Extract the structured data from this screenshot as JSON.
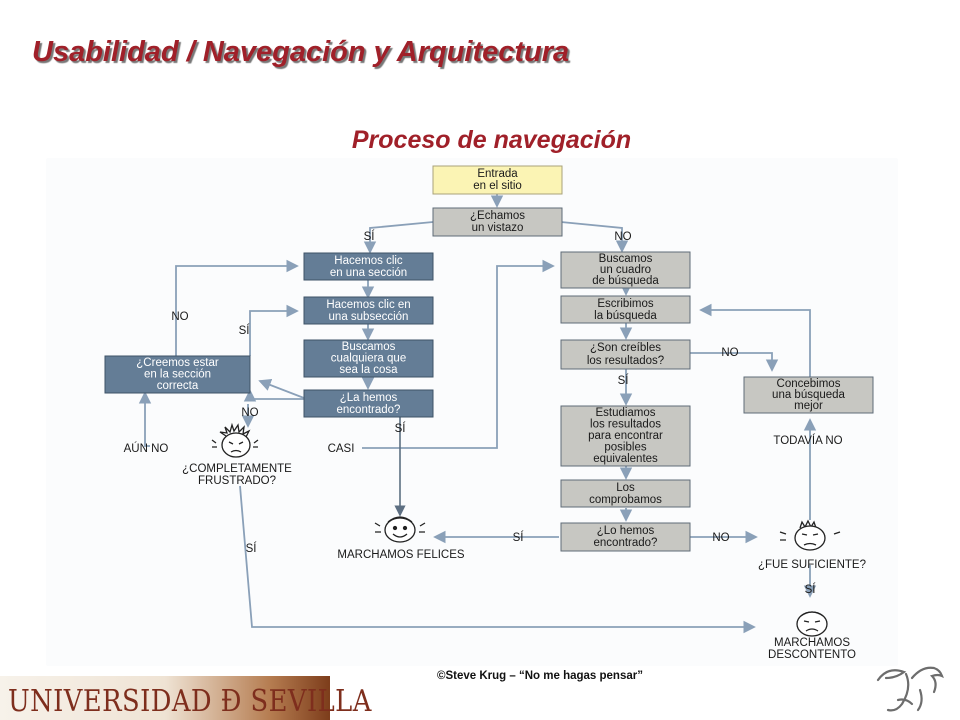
{
  "slide_title": "Usabilidad / Navegación y Arquitectura",
  "diagram_title": "Proceso de navegación",
  "boxes": {
    "entrada": [
      "Entrada",
      "en el sitio"
    ],
    "echamos": [
      "¿Echamos",
      "un vistazo"
    ],
    "clic_seccion": [
      "Hacemos clic",
      "en una sección"
    ],
    "clic_subseccion": [
      "Hacemos clic en",
      "una subsección"
    ],
    "buscamos_cosa": [
      "Buscamos",
      "cualquiera que",
      "sea la cosa"
    ],
    "hemos_encontrado": [
      "¿La hemos",
      "encontrado?"
    ],
    "creemos_seccion": [
      "¿Creemos estar",
      "en la sección",
      "correcta"
    ],
    "buscamos_cuadro": [
      "Buscamos",
      "un cuadro",
      "de búsqueda"
    ],
    "escribimos": [
      "Escribimos",
      "la búsqueda"
    ],
    "creibles": [
      "¿Son creíbles",
      "los resultados?"
    ],
    "estudiamos": [
      "Estudiamos",
      "los resultados",
      "para encontrar",
      "posibles",
      "equivalentes"
    ],
    "comprobamos": [
      "Los",
      "comprobamos"
    ],
    "lo_hemos": [
      "¿Lo hemos",
      "encontrado?"
    ],
    "concebimos": [
      "Concebimos",
      "una búsqueda",
      "mejor"
    ]
  },
  "labels": {
    "si": "SÍ",
    "no": "NO",
    "aun_no": "AÚN NO",
    "casi": "CASI",
    "frustrado": [
      "¿COMPLETAMENTE",
      "FRUSTRADO?"
    ],
    "felices": "MARCHAMOS FELICES",
    "suficiente": "¿FUE SUFICIENTE?",
    "todavia_no": "TODAVÍA NO",
    "descontento": [
      "MARCHAMOS",
      "DESCONTENTO"
    ]
  },
  "credit": "©Steve Krug – “No me hagas pensar”",
  "footer_logo_text": "UNIVERSIDAD Ð SEVILLA",
  "colors": {
    "title_red": "#a02029",
    "box_yellow": "#fbf4b4",
    "box_blue": "#647d96",
    "box_gray": "#c7c7c2",
    "arrow": "#8aa0b8",
    "footer_brown": "#7e2e1d"
  },
  "icons": [
    "frustrated-face-icon",
    "happy-face-icon",
    "worried-face-icon",
    "sad-face-icon",
    "university-crest-icon"
  ]
}
